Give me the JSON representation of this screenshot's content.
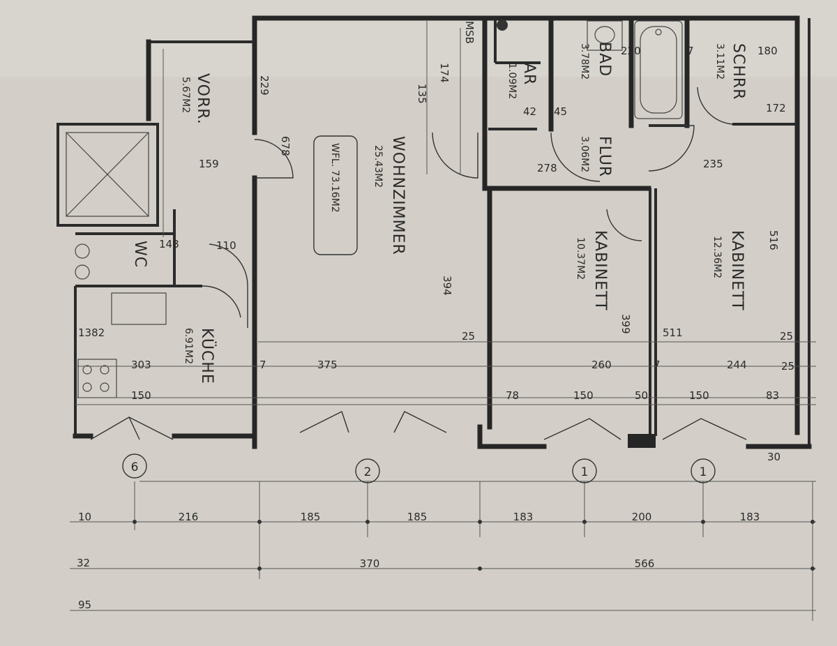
{
  "plan": {
    "total_area_label": "WFL. 73.16M2",
    "rooms": [
      {
        "name": "WOHNZIMMER",
        "area": "25.43M2"
      },
      {
        "name": "KABINETT",
        "area": "10.37M2"
      },
      {
        "name": "KABINETT",
        "area": "12.36M2"
      },
      {
        "name": "KÜCHE",
        "area": "6.91M2"
      },
      {
        "name": "VORR.",
        "area": "5.67M2"
      },
      {
        "name": "BAD",
        "area": "3.78M2"
      },
      {
        "name": "FLUR",
        "area": "3.06M2"
      },
      {
        "name": "SCHRR",
        "area": "3.11M2"
      },
      {
        "name": "AR",
        "area": "1.09M2"
      },
      {
        "name": "WC",
        "area": ""
      }
    ],
    "labels": {
      "msb": "MSB",
      "axis_bottom": [
        "10",
        "32",
        "95"
      ],
      "axis_markers": [
        "2",
        "1",
        "1"
      ],
      "dims_row1": [
        "216",
        "185",
        "185",
        "183",
        "200",
        "183"
      ],
      "dims_row2": [
        "370",
        "566"
      ],
      "inner": [
        "375",
        "260",
        "244",
        "303",
        "150",
        "78",
        "150",
        "150",
        "83",
        "394",
        "399",
        "511",
        "516",
        "278",
        "235",
        "229",
        "678",
        "159",
        "110",
        "148",
        "1382",
        "220",
        "180",
        "172",
        "135",
        "174",
        "42",
        "45",
        "25",
        "25",
        "25",
        "30",
        "50",
        "7",
        "7",
        "7"
      ]
    }
  }
}
